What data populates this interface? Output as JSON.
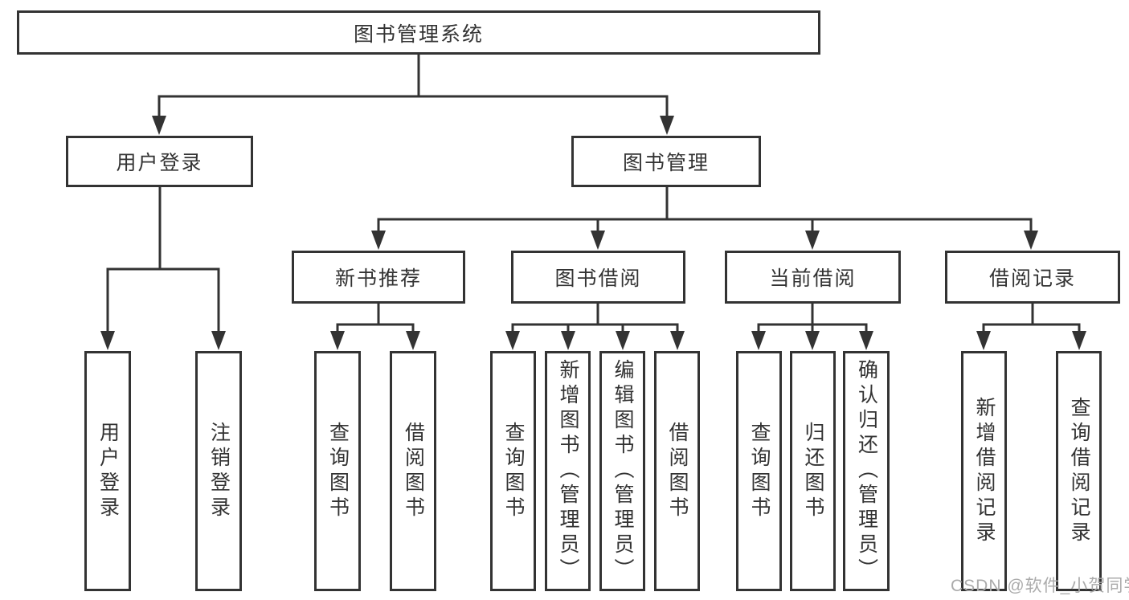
{
  "diagram_title": "图书管理系统",
  "nodes": {
    "root": "图书管理系统",
    "user_login": "用户登录",
    "book_mgmt": "图书管理",
    "new_book_rec": "新书推荐",
    "book_borrow": "图书借阅",
    "current_borrow": "当前借阅",
    "borrow_records": "借阅记录",
    "leaf_user_login": "用户登录",
    "leaf_logout": "注销登录",
    "leaf_query_book_1": "查询图书",
    "leaf_borrow_book_1": "借阅图书",
    "leaf_query_book_2": "查询图书",
    "leaf_add_book": "新增图书（管理员）",
    "leaf_edit_book": "编辑图书（管理员）",
    "leaf_borrow_book_2": "借阅图书",
    "leaf_query_book_3": "查询图书",
    "leaf_return_book": "归还图书",
    "leaf_confirm_return": "确认归还（管理员）",
    "leaf_add_borrow_record": "新增借阅记录",
    "leaf_query_borrow_record": "查询借阅记录"
  },
  "watermark": "CSDN @软件_小贺同学",
  "colors": {
    "line": "#333333",
    "text": "#333333",
    "box_fill": "#ffffff",
    "background": "#ffffff",
    "watermark": "#ababab"
  }
}
